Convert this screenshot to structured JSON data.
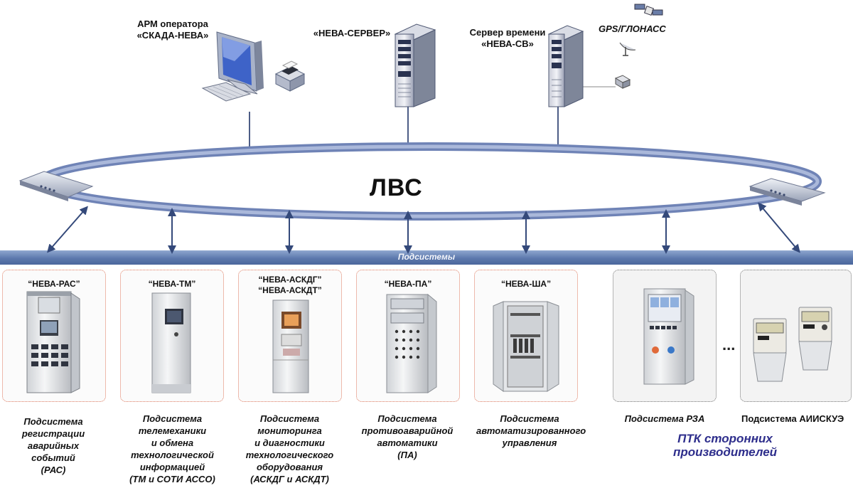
{
  "top": {
    "arm_label": "АРМ оператора\n«СКАДА-НЕВА»",
    "server_label": "«НЕВА-СЕРВЕР»",
    "time_server_label": "Сервер времени\n«НЕВА-СВ»",
    "gps_label": "GPS/ГЛОНАСС"
  },
  "network": {
    "lvs_label": "ЛВС",
    "bus_label": "Подсистемы"
  },
  "subsystems": [
    {
      "title": "“НЕВА-РАС”",
      "caption": "Подсистема\nрегистрации\nаварийных\nсобытий\n(РАС)"
    },
    {
      "title": "“НЕВА-ТМ”",
      "caption": "Подсистема\nтелемеханики\nи обмена\nтехнологической\nинформацией\n(ТМ и СОТИ АССО)"
    },
    {
      "title": "“НЕВА-АСКДГ”\n“НЕВА-АСКДТ”",
      "caption": "Подсистема\nмониторинга\nи диагностики\nтехнологического\nоборудования\n(АСКДГ и АСКДТ)"
    },
    {
      "title": "“НЕВА-ПА”",
      "caption": "Подсистема\nпротивоаварийной\nавтоматики\n(ПА)"
    },
    {
      "title": "“НЕВА-ША”",
      "caption": "Подсистема\nавтоматизированного\nуправления"
    }
  ],
  "third_party": {
    "rza_caption": "Подсистема РЗА",
    "ellipsis": "...",
    "aiiskue_caption": "Подсистема АИИСКУЭ",
    "group_label": "ПТК сторонних\nпроизводителей"
  },
  "colors": {
    "ring": "#8497c4",
    "bus": "#5d79ad",
    "card_border": "#e07a5f",
    "group_label": "#2e2e8c"
  }
}
